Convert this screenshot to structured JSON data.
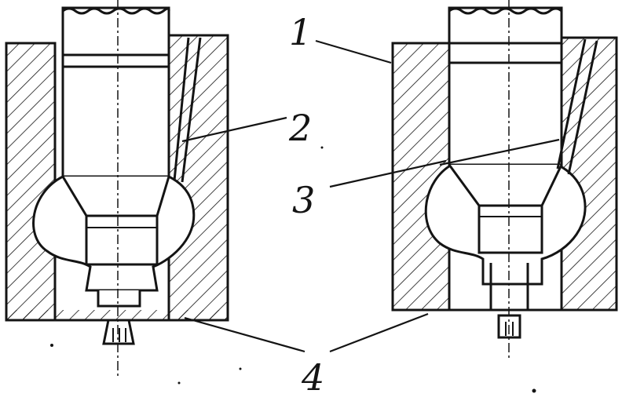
{
  "callouts": {
    "one": "1",
    "two": "2",
    "three": "3",
    "four": "4"
  },
  "colors": {
    "ink": "#141414",
    "paper": "#ffffff"
  }
}
